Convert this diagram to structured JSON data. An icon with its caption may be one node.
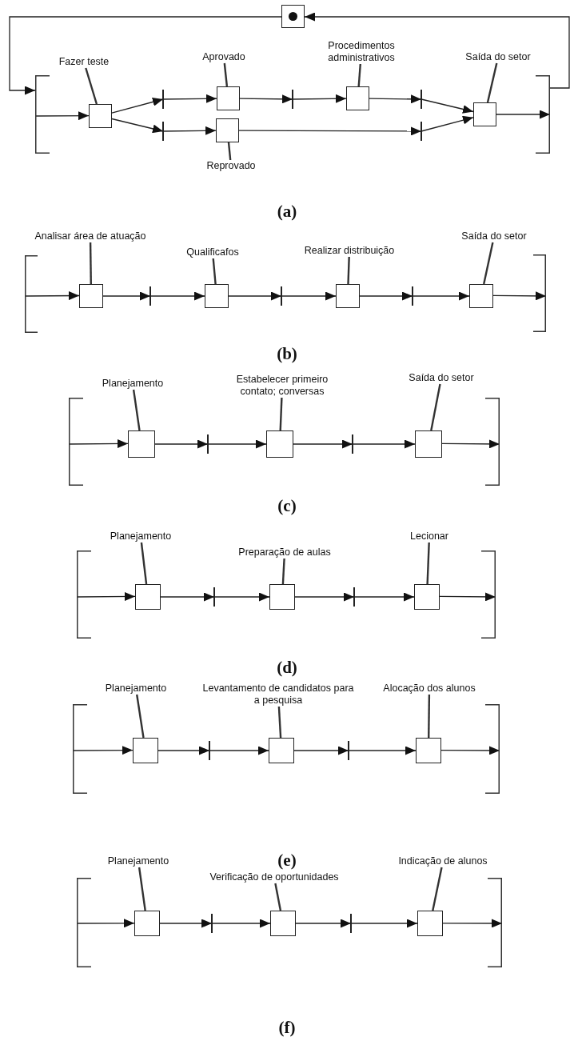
{
  "diagram": {
    "nodes": [
      {
        "text": [],
        "shape": "box"
      },
      {
        "text": [],
        "shape": "bracket"
      },
      {
        "text": [
          "Fazer teste"
        ]
      },
      {
        "text": [],
        "shape": "box"
      },
      {
        "text": [],
        "shape": "bar"
      },
      {
        "text": [],
        "shape": "bar"
      },
      {
        "text": [
          "Aprovado"
        ]
      },
      {
        "text": [],
        "shape": "box"
      },
      {
        "text": [],
        "shape": "box"
      },
      {
        "text": [
          "Reprovado"
        ]
      },
      {
        "text": [],
        "shape": "bar"
      },
      {
        "text": [
          "Procedimentos administrativos"
        ]
      },
      {
        "text": [],
        "shape": "box"
      },
      {
        "text": [],
        "shape": "bar"
      },
      {
        "text": [],
        "shape": "bar"
      },
      {
        "text": [
          "Saída do setor"
        ]
      },
      {
        "text": [],
        "shape": "box"
      },
      {
        "text": [],
        "shape": "bracket"
      },
      {
        "text": [],
        "shape": "bracket"
      },
      {
        "text": [
          "Analisar área de atuação"
        ]
      },
      {
        "text": [],
        "shape": "box"
      },
      {
        "text": [],
        "shape": "bar"
      },
      {
        "text": [
          "Qualificafos"
        ]
      },
      {
        "text": [],
        "shape": "box"
      },
      {
        "text": [],
        "shape": "bar"
      },
      {
        "text": [
          "Realizar distribuição"
        ]
      },
      {
        "text": [],
        "shape": "box"
      },
      {
        "text": [],
        "shape": "bar"
      },
      {
        "text": [
          "Saída do setor"
        ]
      },
      {
        "text": [],
        "shape": "box"
      },
      {
        "text": [],
        "shape": "bracket"
      },
      {
        "text": [],
        "shape": "bracket"
      },
      {
        "text": [
          "Planejamento"
        ]
      },
      {
        "text": [],
        "shape": "box"
      },
      {
        "text": [],
        "shape": "bar"
      },
      {
        "text": [
          "Estabelecer primeiro contato; conversas"
        ]
      },
      {
        "text": [],
        "shape": "box"
      },
      {
        "text": [],
        "shape": "bar"
      },
      {
        "text": [
          "Saída do setor"
        ]
      },
      {
        "text": [],
        "shape": "box"
      },
      {
        "text": [],
        "shape": "bracket"
      },
      {
        "text": [],
        "shape": "bracket"
      },
      {
        "text": [
          "Planejamento"
        ]
      },
      {
        "text": [],
        "shape": "box"
      },
      {
        "text": [],
        "shape": "bar"
      },
      {
        "text": [
          "Preparação de aulas"
        ]
      },
      {
        "text": [],
        "shape": "box"
      },
      {
        "text": [],
        "shape": "bar"
      },
      {
        "text": [
          "Lecionar"
        ]
      },
      {
        "text": [],
        "shape": "box"
      },
      {
        "text": [],
        "shape": "bracket"
      },
      {
        "text": [],
        "shape": "bracket"
      },
      {
        "text": [
          "Planejamento"
        ]
      },
      {
        "text": [],
        "shape": "box"
      },
      {
        "text": [],
        "shape": "bar"
      },
      {
        "text": [
          "Levantamento de candidatos para a pesquisa"
        ]
      },
      {
        "text": [],
        "shape": "box"
      },
      {
        "text": [],
        "shape": "bar"
      },
      {
        "text": [
          "Alocação dos alunos"
        ]
      },
      {
        "text": [],
        "shape": "box"
      },
      {
        "text": [],
        "shape": "bracket"
      },
      {
        "text": [],
        "shape": "bracket"
      },
      {
        "text": [
          "Planejamento"
        ]
      },
      {
        "text": [],
        "shape": "box"
      },
      {
        "text": [],
        "shape": "bar"
      },
      {
        "text": [
          "Verificação de oportunidades"
        ]
      },
      {
        "text": [],
        "shape": "box"
      },
      {
        "text": [],
        "shape": "bar"
      },
      {
        "text": [
          "Indicação de alunos"
        ]
      },
      {
        "text": [],
        "shape": "box"
      },
      {
        "text": [],
        "shape": "bracket"
      }
    ],
    "edges": [
      {
        "from": 17,
        "to": 0,
        "arrow": "to"
      },
      {
        "from": 0,
        "to": 1,
        "arrow": "to"
      },
      {
        "from": 1,
        "to": 3,
        "arrow": "to"
      },
      {
        "from": 2,
        "to": 3,
        "arrow": "none"
      },
      {
        "from": 3,
        "to": 4,
        "arrow": "to"
      },
      {
        "from": 3,
        "to": 5,
        "arrow": "to"
      },
      {
        "from": 4,
        "to": 7,
        "arrow": "to"
      },
      {
        "from": 6,
        "to": 7,
        "arrow": "none"
      },
      {
        "from": 5,
        "to": 8,
        "arrow": "to"
      },
      {
        "from": 9,
        "to": 8,
        "arrow": "none"
      },
      {
        "from": 7,
        "to": 10,
        "arrow": "to"
      },
      {
        "from": 10,
        "to": 12,
        "arrow": "to"
      },
      {
        "from": 11,
        "to": 12,
        "arrow": "none"
      },
      {
        "from": 12,
        "to": 13,
        "arrow": "to"
      },
      {
        "from": 8,
        "to": 14,
        "arrow": "to"
      },
      {
        "from": 13,
        "to": 16,
        "arrow": "to"
      },
      {
        "from": 14,
        "to": 16,
        "arrow": "to"
      },
      {
        "from": 15,
        "to": 16,
        "arrow": "none"
      },
      {
        "from": 16,
        "to": 17,
        "arrow": "to"
      },
      {
        "from": 18,
        "to": 20,
        "arrow": "to"
      },
      {
        "from": 19,
        "to": 20,
        "arrow": "none"
      },
      {
        "from": 20,
        "to": 21,
        "arrow": "to"
      },
      {
        "from": 21,
        "to": 23,
        "arrow": "to"
      },
      {
        "from": 22,
        "to": 23,
        "arrow": "none"
      },
      {
        "from": 23,
        "to": 24,
        "arrow": "to"
      },
      {
        "from": 24,
        "to": 26,
        "arrow": "to"
      },
      {
        "from": 25,
        "to": 26,
        "arrow": "none"
      },
      {
        "from": 26,
        "to": 27,
        "arrow": "to"
      },
      {
        "from": 27,
        "to": 29,
        "arrow": "to"
      },
      {
        "from": 28,
        "to": 29,
        "arrow": "none"
      },
      {
        "from": 29,
        "to": 30,
        "arrow": "to"
      },
      {
        "from": 31,
        "to": 33,
        "arrow": "to"
      },
      {
        "from": 32,
        "to": 33,
        "arrow": "none"
      },
      {
        "from": 33,
        "to": 34,
        "arrow": "to"
      },
      {
        "from": 34,
        "to": 36,
        "arrow": "to"
      },
      {
        "from": 35,
        "to": 36,
        "arrow": "none"
      },
      {
        "from": 36,
        "to": 37,
        "arrow": "to"
      },
      {
        "from": 37,
        "to": 39,
        "arrow": "to"
      },
      {
        "from": 38,
        "to": 39,
        "arrow": "none"
      },
      {
        "from": 39,
        "to": 40,
        "arrow": "to"
      },
      {
        "from": 41,
        "to": 43,
        "arrow": "to"
      },
      {
        "from": 42,
        "to": 43,
        "arrow": "none"
      },
      {
        "from": 43,
        "to": 44,
        "arrow": "to"
      },
      {
        "from": 44,
        "to": 46,
        "arrow": "to"
      },
      {
        "from": 45,
        "to": 46,
        "arrow": "none"
      },
      {
        "from": 46,
        "to": 47,
        "arrow": "to"
      },
      {
        "from": 47,
        "to": 49,
        "arrow": "to"
      },
      {
        "from": 48,
        "to": 49,
        "arrow": "none"
      },
      {
        "from": 49,
        "to": 50,
        "arrow": "to"
      },
      {
        "from": 51,
        "to": 53,
        "arrow": "to"
      },
      {
        "from": 52,
        "to": 53,
        "arrow": "none"
      },
      {
        "from": 53,
        "to": 54,
        "arrow": "to"
      },
      {
        "from": 54,
        "to": 56,
        "arrow": "to"
      },
      {
        "from": 55,
        "to": 56,
        "arrow": "none"
      },
      {
        "from": 56,
        "to": 57,
        "arrow": "to"
      },
      {
        "from": 57,
        "to": 59,
        "arrow": "to"
      },
      {
        "from": 58,
        "to": 59,
        "arrow": "none"
      },
      {
        "from": 59,
        "to": 60,
        "arrow": "to"
      },
      {
        "from": 61,
        "to": 63,
        "arrow": "to"
      },
      {
        "from": 62,
        "to": 63,
        "arrow": "none"
      },
      {
        "from": 63,
        "to": 64,
        "arrow": "to"
      },
      {
        "from": 64,
        "to": 66,
        "arrow": "to"
      },
      {
        "from": 65,
        "to": 66,
        "arrow": "none"
      },
      {
        "from": 66,
        "to": 67,
        "arrow": "to"
      },
      {
        "from": 67,
        "to": 69,
        "arrow": "to"
      },
      {
        "from": 68,
        "to": 69,
        "arrow": "none"
      },
      {
        "from": 69,
        "to": 70,
        "arrow": "to"
      }
    ],
    "labels": [
      "(a)",
      "(b)",
      "(c)",
      "(d)",
      "(e)",
      "(f)"
    ]
  }
}
